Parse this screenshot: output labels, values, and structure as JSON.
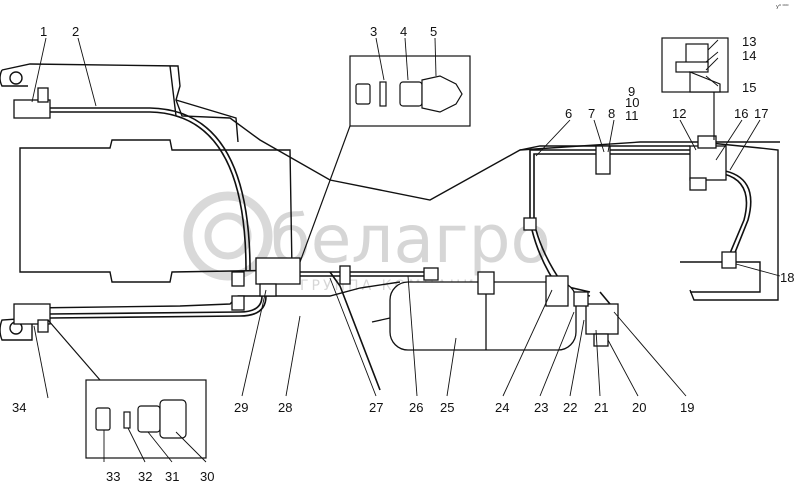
{
  "callouts": {
    "c1": "1",
    "c2": "2",
    "c3": "3",
    "c4": "4",
    "c5": "5",
    "c6": "6",
    "c7": "7",
    "c8": "8",
    "c9": "9",
    "c10": "10",
    "c11": "11",
    "c12": "12",
    "c13": "13",
    "c14": "14",
    "c15": "15",
    "c16": "16",
    "c17": "17",
    "c18": "18",
    "c19": "19",
    "c20": "20",
    "c21": "21",
    "c22": "22",
    "c23": "23",
    "c24": "24",
    "c25": "25",
    "c26": "26",
    "c27": "27",
    "c28": "28",
    "c29": "29",
    "c30": "30",
    "c31": "31",
    "c32": "32",
    "c33": "33",
    "c34": "34"
  },
  "watermark": {
    "brand": "белагро",
    "subtitle": "ГРУППА КОМПАНИЙ"
  },
  "corner_mark": "y⁰ ⁰⁰⁰",
  "colors": {
    "line": "#111111",
    "watermark": "#d6d6d6"
  }
}
